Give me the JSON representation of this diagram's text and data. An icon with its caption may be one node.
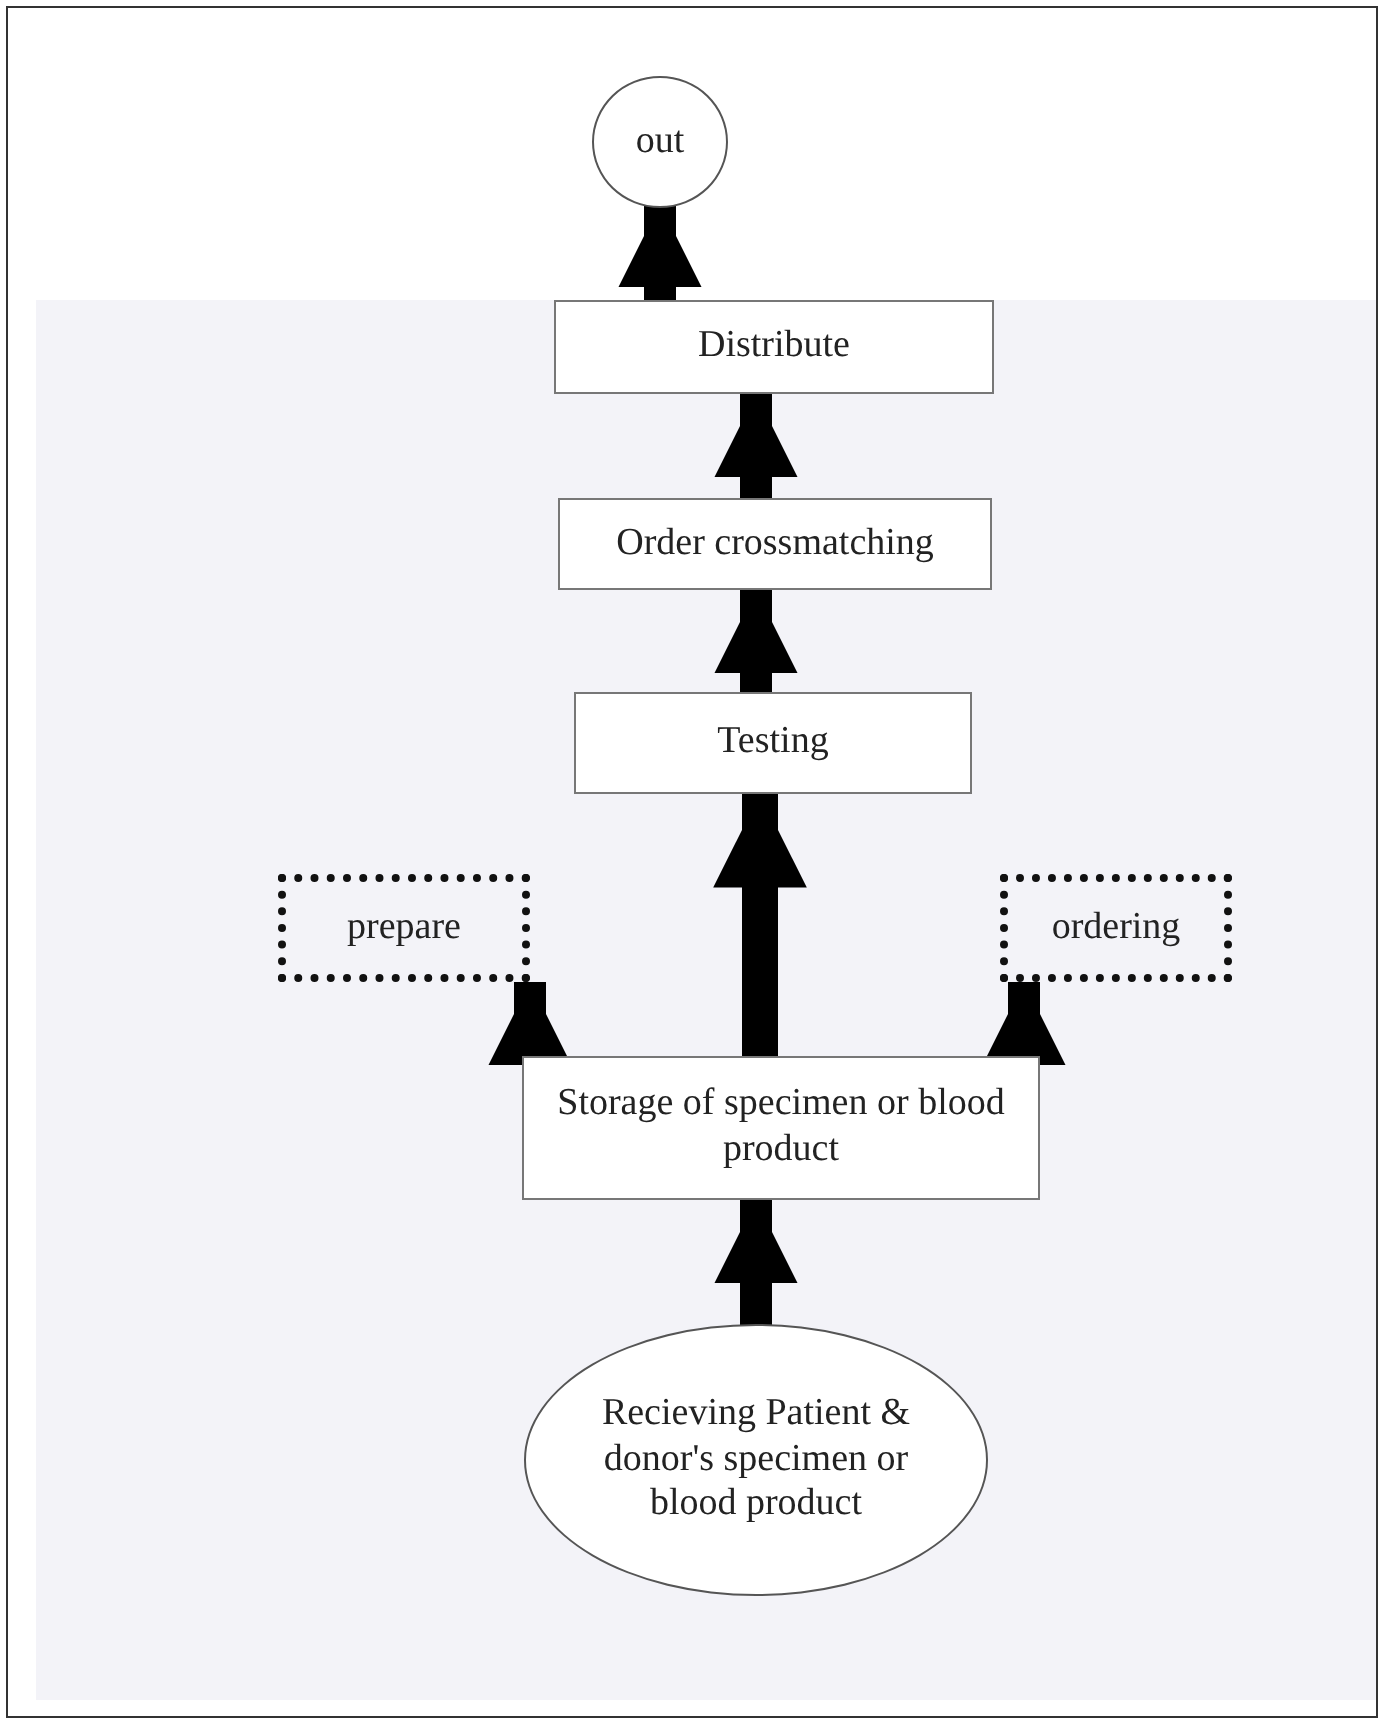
{
  "diagram": {
    "nodes": [
      {
        "text": [
          "out"
        ]
      },
      {
        "text": [
          "Distribute"
        ]
      },
      {
        "text": [
          "Order crossmatching"
        ]
      },
      {
        "text": [
          "Testing"
        ]
      },
      {
        "text": [
          "prepare"
        ]
      },
      {
        "text": [
          "ordering"
        ]
      },
      {
        "text": [
          "Storage of specimen or blood product"
        ]
      },
      {
        "text": [
          "Recieving Patient & donor's specimen or blood product"
        ]
      }
    ],
    "edges": [
      {
        "from": 7,
        "to": 6,
        "arrow": "to"
      },
      {
        "from": 6,
        "to": 3,
        "arrow": "to"
      },
      {
        "from": 6,
        "to": 4,
        "arrow": "to"
      },
      {
        "from": 6,
        "to": 5,
        "arrow": "to"
      },
      {
        "from": 3,
        "to": 2,
        "arrow": "to"
      },
      {
        "from": 2,
        "to": 1,
        "arrow": "to"
      },
      {
        "from": 1,
        "to": 0,
        "arrow": "to"
      }
    ]
  }
}
